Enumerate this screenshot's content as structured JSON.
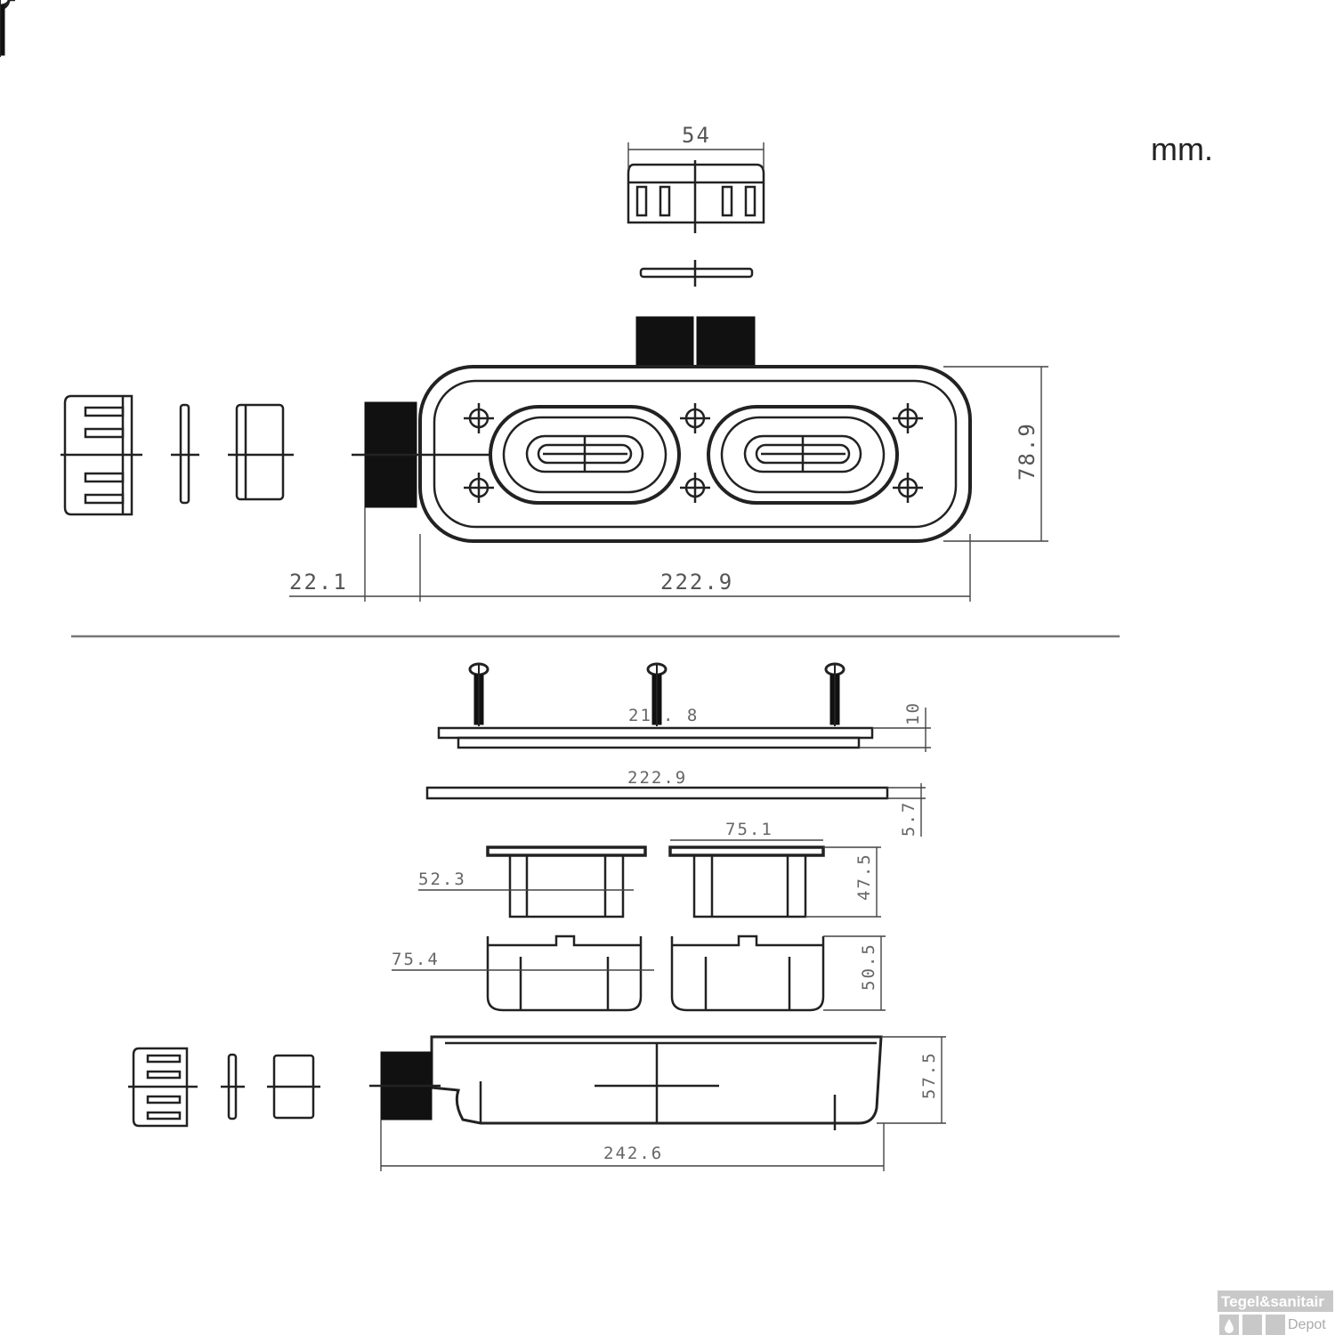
{
  "unit_label": "mm.",
  "top_view": {
    "dims": {
      "cap_width": "54",
      "height": "78.9",
      "inlet_length": "22.1",
      "body_length": "222.9"
    }
  },
  "side_view": {
    "dims": {
      "cover_plate_left": "21",
      "cover_plate_right": ". 8",
      "cover_plate_height": "10",
      "frame_length": "222.9",
      "frame_height": "5.7",
      "cup_width_top": "75.1",
      "cup_width_inner": "52.3",
      "cup_height": "47.5",
      "trap_width": "75.4",
      "trap_height": "50.5",
      "body_height": "57.5",
      "total_length": "242.6"
    }
  },
  "watermark": {
    "line1": "Tegel&sanitair",
    "line2": "Depot"
  },
  "colors": {
    "line": "#222222",
    "dimension": "#555555",
    "watermark": "#c8c8c8"
  }
}
